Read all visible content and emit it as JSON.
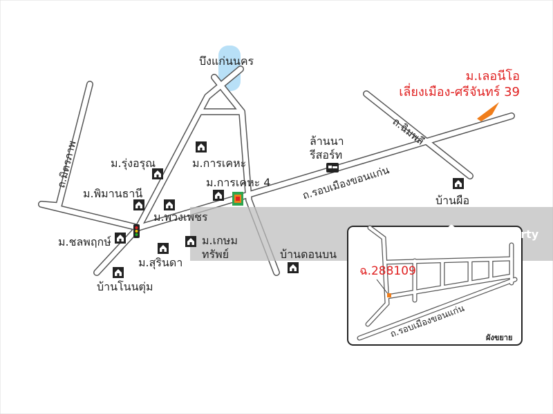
{
  "project": {
    "title_line1": "ม.เลอนีโอ",
    "title_line2": "เลี่ยงเมือง-ศรีจันทร์ 39"
  },
  "places": {
    "lake": "บึงแก่นนคร",
    "rungarun": "ม.รุ่งอรุณ",
    "karnkeha": "ม.การเคหะ",
    "karnkeha4": "ม.การเคหะ 4",
    "phimanthani": "ม.พิมานธานี",
    "phuangphet": "ม.พวงเพชร",
    "chonlaphruek": "ม.ชลพฤกษ์",
    "surinda": "ม.สุรินดา",
    "kasemsap_1": "ม.เกษม",
    "kasemsap_2": "ทรัพย์",
    "nonthum": "บ้านโนนตุ่ม",
    "donbon": "บ้านดอนบน",
    "banphue": "บ้านผือ",
    "lanna_1": "ล้านนา",
    "lanna_2": "รีสอร์ท"
  },
  "roads": {
    "mittraphap": "ถ.มิตรภาพ",
    "chimphli": "ถ.ฉิมพลี",
    "ring_road": "ถ.รอบเมืองขอนแก่น"
  },
  "inset": {
    "soi_label": "ฉ.288109",
    "road_label": "ถ.รอบเมืองขอนแก่น",
    "caption": "ผังขยาย"
  },
  "watermark": {
    "text": "DDproperty"
  },
  "colors": {
    "accent": "#e02020",
    "lake": "#b8e0f7",
    "project": "#f07d1a",
    "road_casing": "#555555"
  }
}
